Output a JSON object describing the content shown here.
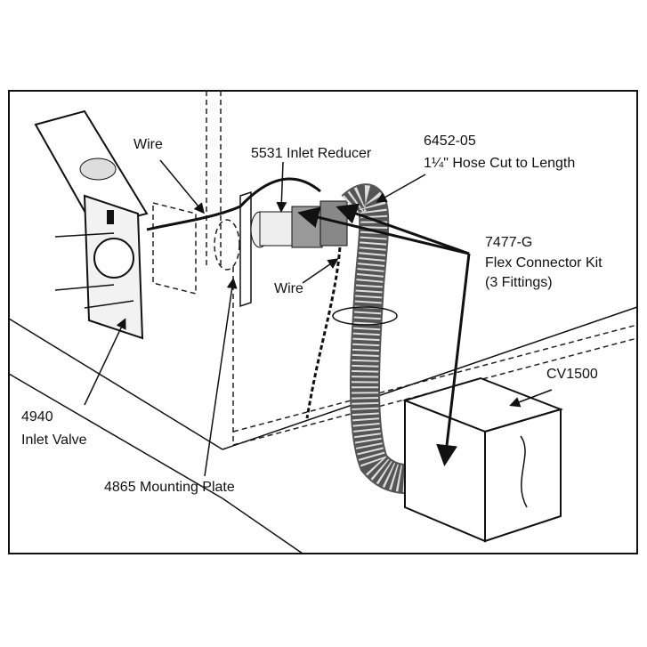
{
  "labels": {
    "wire_top": "Wire",
    "inlet_reducer": "5531 Inlet Reducer",
    "hose_part": "6452-05",
    "hose_desc": "1¼\" Hose Cut to Length",
    "flex_part": "7477-G",
    "flex_desc": "Flex Connector Kit",
    "flex_count": "(3 Fittings)",
    "wire_mid": "Wire",
    "power_unit": "CV1500",
    "valve_part": "4940",
    "valve_desc": "Inlet Valve",
    "mounting_plate": "4865 Mounting Plate"
  }
}
